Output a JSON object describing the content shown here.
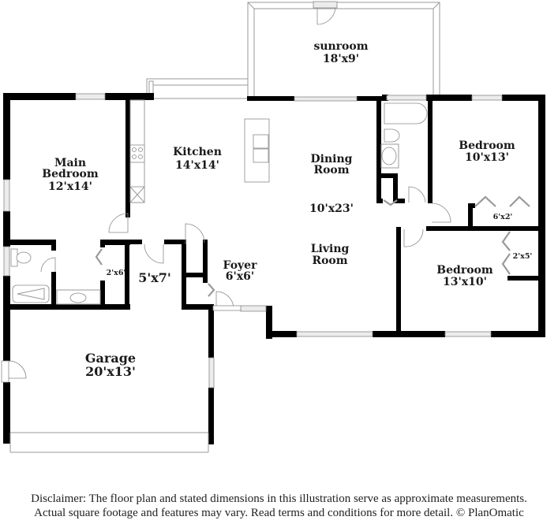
{
  "floorplan": {
    "rooms": [
      {
        "id": "sunroom",
        "name": "sunroom",
        "dims": "18'x9'"
      },
      {
        "id": "kitchen",
        "name": "Kitchen",
        "dims": "14'x14'"
      },
      {
        "id": "dining",
        "name_line1": "Dining",
        "name_line2": "Room"
      },
      {
        "id": "living-dining-dims",
        "dims": "10'x23'"
      },
      {
        "id": "living",
        "name_line1": "Living",
        "name_line2": "Room"
      },
      {
        "id": "main-bedroom",
        "name_line1": "Main",
        "name_line2": "Bedroom",
        "dims": "12'x14'"
      },
      {
        "id": "bedroom-ne",
        "name": "Bedroom",
        "dims": "10'x13'"
      },
      {
        "id": "bedroom-se",
        "name": "Bedroom",
        "dims": "13'x10'"
      },
      {
        "id": "foyer",
        "name": "Foyer",
        "dims": "6'x6'"
      },
      {
        "id": "hall",
        "dims": "5'x7'"
      },
      {
        "id": "garage",
        "name": "Garage",
        "dims": "20'x13'"
      },
      {
        "id": "closet-main",
        "dims": "2'x6'"
      },
      {
        "id": "closet-ne",
        "dims": "6'x2'"
      },
      {
        "id": "closet-se",
        "dims": "2'x5'"
      }
    ]
  },
  "disclaimer": {
    "line1": "Disclaimer: The floor plan and stated dimensions in this illustration serve as approximate measurements.",
    "line2": "Actual square footage and features may vary. Read terms and conditions for more detail. © PlanOmatic"
  }
}
